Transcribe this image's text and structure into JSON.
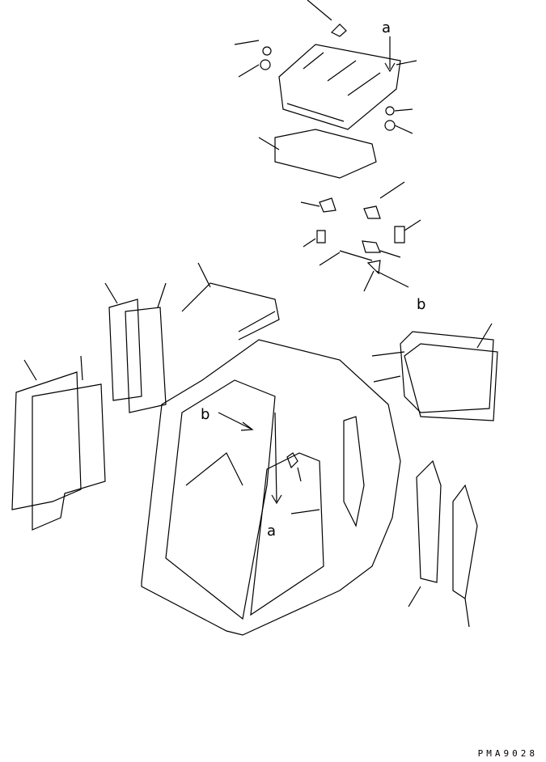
{
  "labels": {
    "a_top": "a",
    "b_right": "b",
    "b_left": "b",
    "a_bottom": "a"
  },
  "drawing_code": "PMA9028"
}
